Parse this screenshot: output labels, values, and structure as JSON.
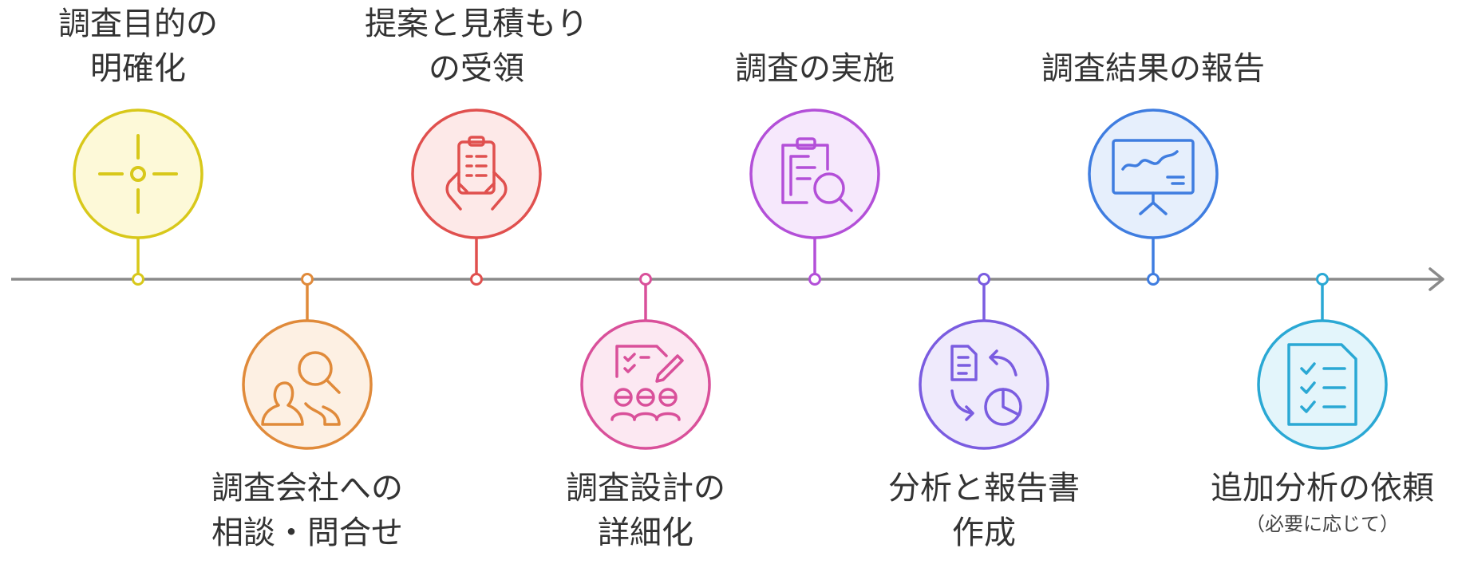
{
  "steps": [
    {
      "lines": [
        "調査目的の",
        "明確化"
      ],
      "icon": "crosshair-icon",
      "color": "#d8c81a",
      "fill": "#fdf9d8"
    },
    {
      "lines": [
        "調査会社への",
        "相談・問合せ"
      ],
      "icon": "consultation-icon",
      "color": "#e08a3a",
      "fill": "#fdf0e3"
    },
    {
      "lines": [
        "提案と見積もり",
        "の受領"
      ],
      "icon": "clipboard-hands-icon",
      "color": "#e0504e",
      "fill": "#fde9e8"
    },
    {
      "lines": [
        "調査設計の",
        "詳細化"
      ],
      "icon": "planning-meeting-icon",
      "color": "#d9509a",
      "fill": "#fce8f2"
    },
    {
      "lines": [
        "調査の実施"
      ],
      "icon": "clipboard-search-icon",
      "color": "#b34fd8",
      "fill": "#f6e8fc"
    },
    {
      "lines": [
        "分析と報告書",
        "作成"
      ],
      "icon": "document-chart-cycle-icon",
      "color": "#7a5ce0",
      "fill": "#efeafc"
    },
    {
      "lines": [
        "調査結果の報告"
      ],
      "icon": "presentation-board-icon",
      "color": "#3f7de0",
      "fill": "#e6effc"
    },
    {
      "lines": [
        "追加分析の依頼"
      ],
      "note": "（必要に応じて）",
      "icon": "checklist-icon",
      "color": "#2aa8d4",
      "fill": "#e3f5fb"
    }
  ],
  "axis_color": "#8a8a8a"
}
